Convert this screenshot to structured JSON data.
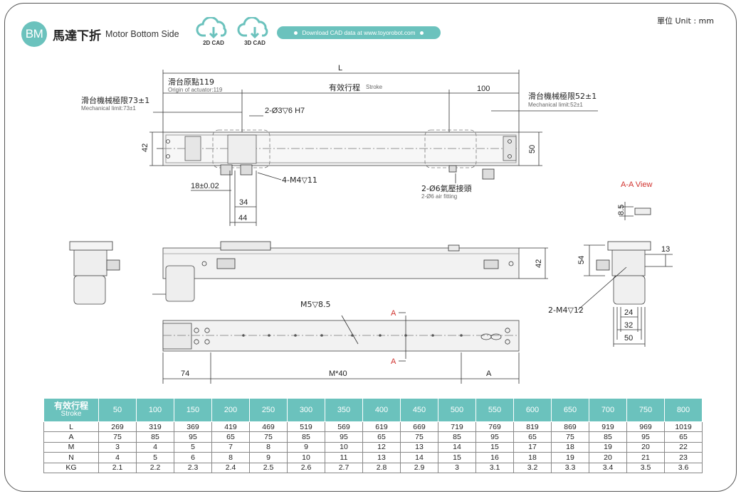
{
  "header": {
    "badge": "BM",
    "title_zh": "馬達下折",
    "title_en": "Motor Bottom Side",
    "cad_2d": "2D CAD",
    "cad_3d": "3D CAD",
    "download": "Download CAD data at www.toyorobot.com",
    "unit": "單位 Unit : mm"
  },
  "labels": {
    "L": "L",
    "origin_zh": "滑台原點119",
    "origin_en": "Origin of actuator:119",
    "stroke_zh": "有效行程",
    "stroke_en": "Stroke",
    "d100": "100",
    "mech_left_zh": "滑台機械極限73±1",
    "mech_left_en": "Mechanical limit:73±1",
    "mech_right_zh": "滑台機械極限52±1",
    "mech_right_en": "Mechanical limit:52±1",
    "hole_spec": "2-Ø3▽6 H7",
    "d42_top": "42",
    "d50_top": "50",
    "d18": "18±0.02",
    "d34": "34",
    "d44": "44",
    "m4_holes": "4-M4▽11",
    "air_zh": "2-Ø6氣壓接頭",
    "air_en": "2-Ø6 air fitting",
    "aa_view": "A-A View",
    "d8_5": "8.5",
    "d13": "13",
    "d54": "54",
    "d42_side": "42",
    "m4_12": "2-M4▽12",
    "d24": "24",
    "d32": "32",
    "d50_end": "50",
    "m5": "M5▽8.5",
    "sec_a_top": "A",
    "sec_a_bottom": "A",
    "d74": "74",
    "m40": "M*40",
    "dA": "A"
  },
  "table": {
    "header_zh": "有效行程",
    "header_en": "Stroke",
    "strokes": [
      "50",
      "100",
      "150",
      "200",
      "250",
      "300",
      "350",
      "400",
      "450",
      "500",
      "550",
      "600",
      "650",
      "700",
      "750",
      "800"
    ],
    "rows": [
      {
        "name": "L",
        "values": [
          "269",
          "319",
          "369",
          "419",
          "469",
          "519",
          "569",
          "619",
          "669",
          "719",
          "769",
          "819",
          "869",
          "919",
          "969",
          "1019"
        ]
      },
      {
        "name": "A",
        "values": [
          "75",
          "85",
          "95",
          "65",
          "75",
          "85",
          "95",
          "65",
          "75",
          "85",
          "95",
          "65",
          "75",
          "85",
          "95",
          "65"
        ]
      },
      {
        "name": "M",
        "values": [
          "3",
          "4",
          "5",
          "7",
          "8",
          "9",
          "10",
          "12",
          "13",
          "14",
          "15",
          "17",
          "18",
          "19",
          "20",
          "22"
        ]
      },
      {
        "name": "N",
        "values": [
          "4",
          "5",
          "6",
          "8",
          "9",
          "10",
          "11",
          "13",
          "14",
          "15",
          "16",
          "18",
          "19",
          "20",
          "21",
          "23"
        ]
      },
      {
        "name": "KG",
        "values": [
          "2.1",
          "2.2",
          "2.3",
          "2.4",
          "2.5",
          "2.6",
          "2.7",
          "2.8",
          "2.9",
          "3",
          "3.1",
          "3.2",
          "3.3",
          "3.4",
          "3.5",
          "3.6"
        ]
      }
    ]
  },
  "colors": {
    "accent": "#6bc2bd",
    "section_mark": "#d0312d"
  }
}
